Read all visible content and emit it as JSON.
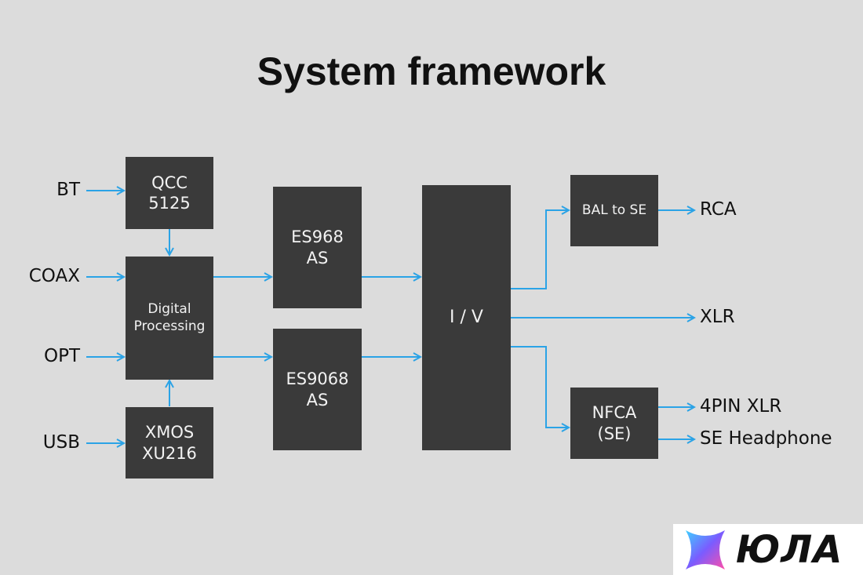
{
  "title": "System framework",
  "inputs": {
    "bt": "BT",
    "coax": "COAX",
    "opt": "OPT",
    "usb": "USB"
  },
  "blocks": {
    "qcc": "QCC\n5125",
    "digital_processing": "Digital\nProcessing",
    "xmos": "XMOS\nXU216",
    "es968": "ES968\nAS",
    "es9068": "ES9068\nAS",
    "iv": "I / V",
    "bal_to_se": "BAL to SE",
    "nfca": "NFCA\n(SE)"
  },
  "outputs": {
    "rca": "RCA",
    "xlr": "XLR",
    "pin4_xlr": "4PIN XLR",
    "se_headphone": "SE Headphone"
  },
  "logo": {
    "text": "ЮЛА",
    "mark_icon": "yula-logo-icon"
  },
  "colors": {
    "background": "#dcdcdc",
    "block": "#3a3a3a",
    "arrow": "#2ba3e6"
  }
}
